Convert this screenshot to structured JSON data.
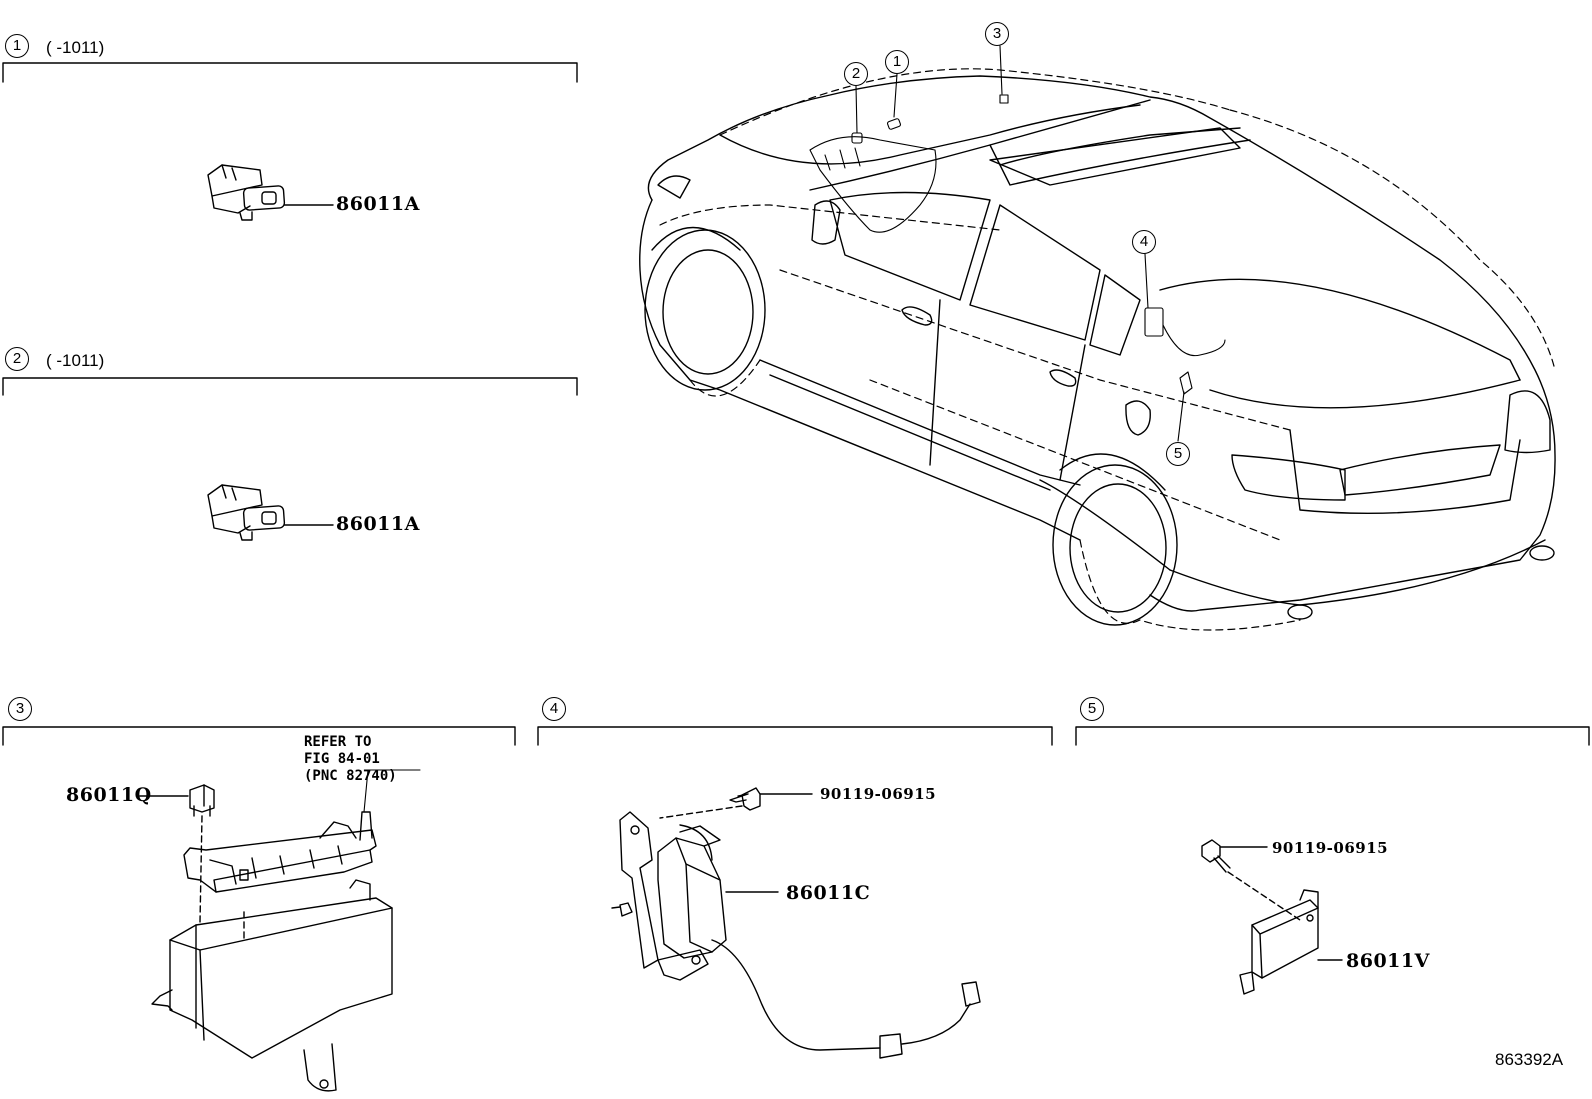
{
  "sections": [
    {
      "key": "1",
      "marker": "1",
      "code": "(      -1011)"
    },
    {
      "key": "2",
      "marker": "2",
      "code": "(      -1011)"
    },
    {
      "key": "3",
      "marker": "3"
    },
    {
      "key": "4",
      "marker": "4"
    },
    {
      "key": "5",
      "marker": "5"
    }
  ],
  "car_callouts": [
    "2",
    "1",
    "3",
    "4",
    "5"
  ],
  "parts": {
    "s1_part": "86011A",
    "s2_part": "86011A",
    "s3_part": "86011Q",
    "s3_refer": "REFER TO\nFIG 84-01\n(PNC 82740)",
    "s4_bolt": "90119-06915",
    "s4_part": "86011C",
    "s5_bolt": "90119-06915",
    "s5_part": "86011V"
  },
  "figure_number": "863392A",
  "colors": {
    "line": "#000000",
    "background": "#ffffff"
  }
}
